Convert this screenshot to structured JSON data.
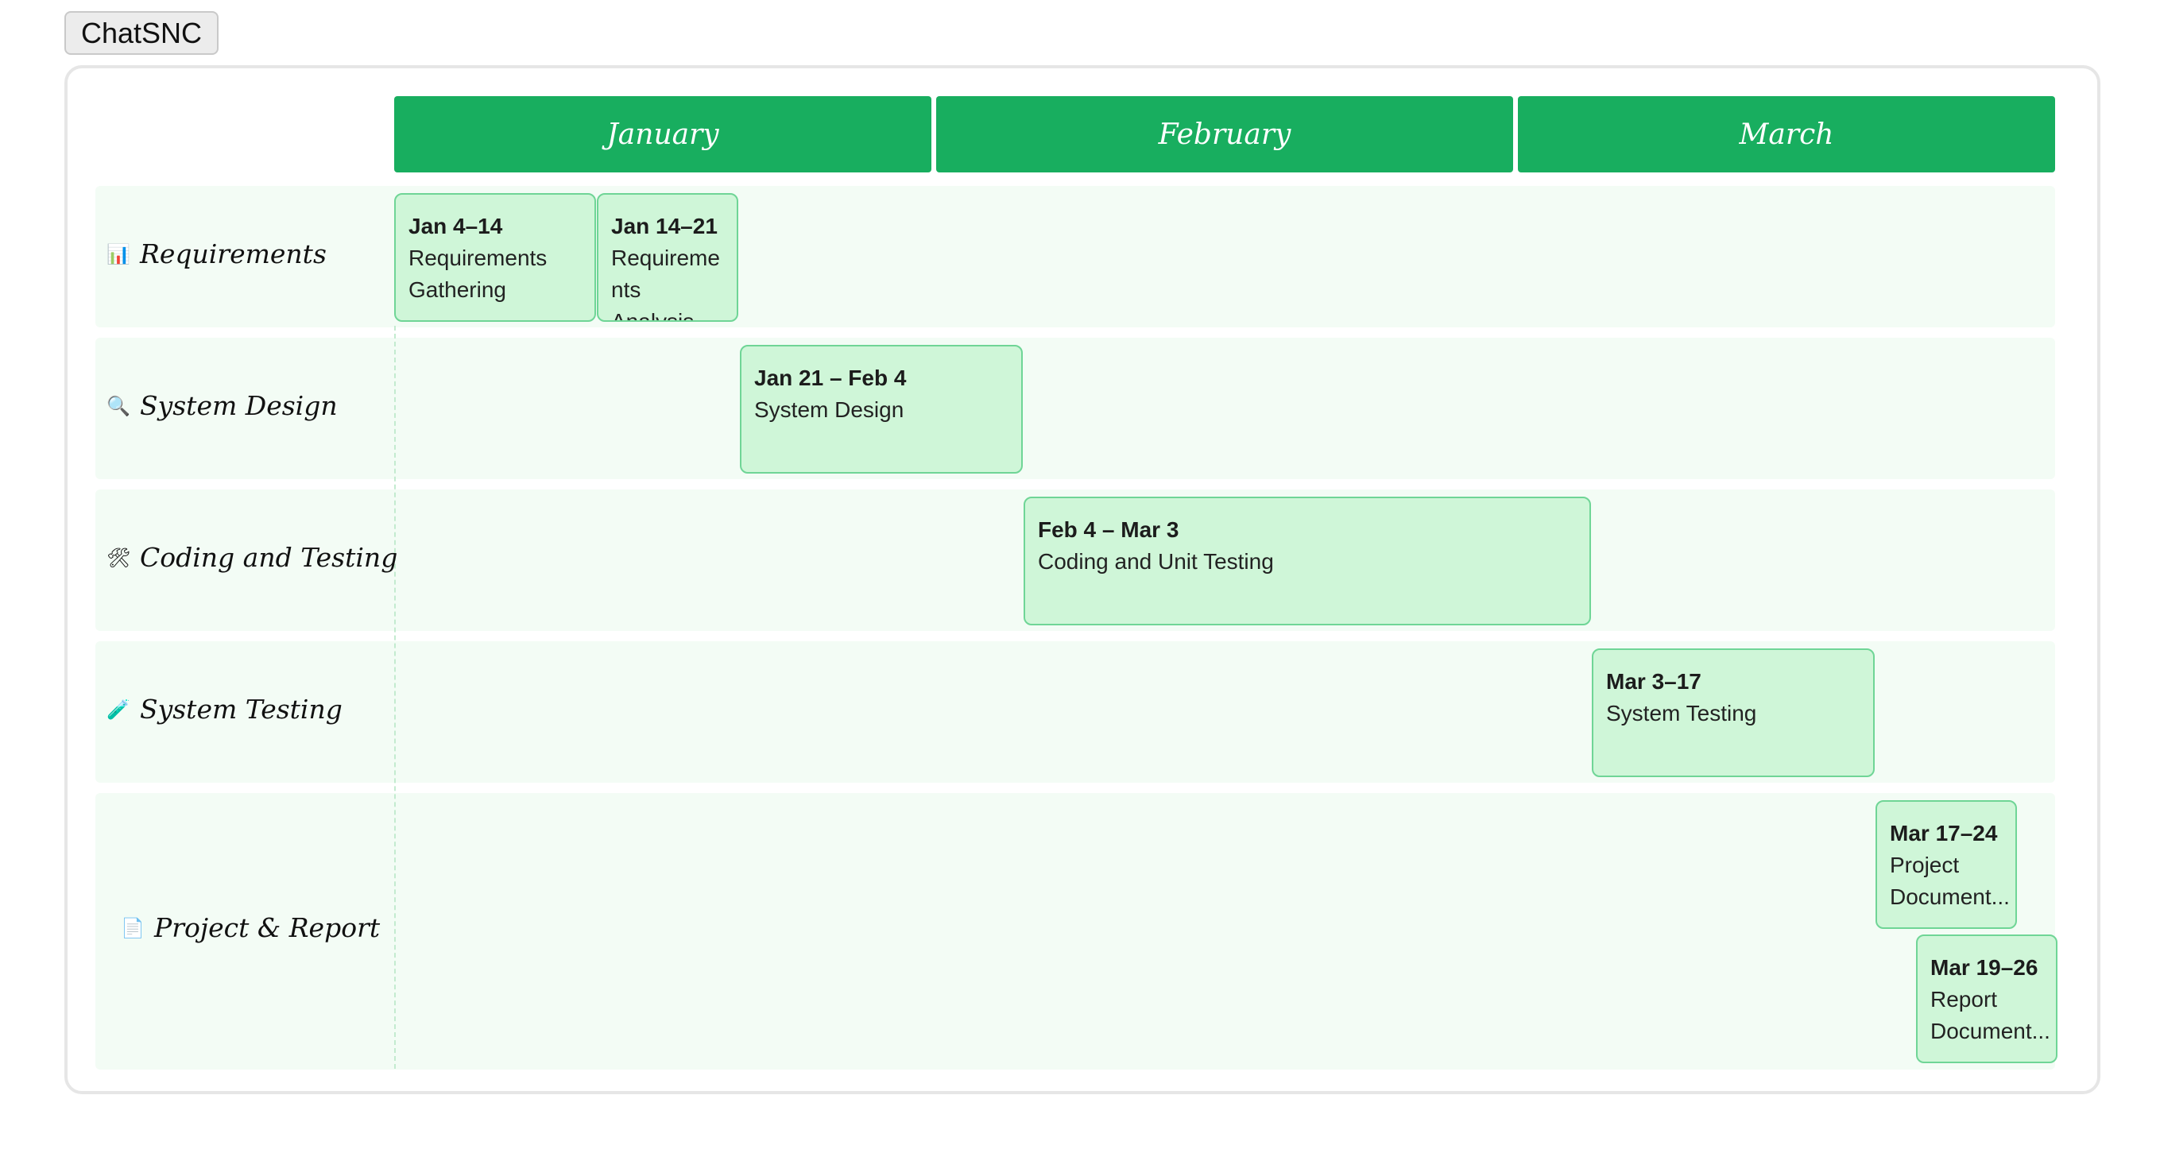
{
  "app": {
    "button_label": "ChatSNC"
  },
  "months": [
    "January",
    "February",
    "March"
  ],
  "rows": [
    {
      "icon": "📊",
      "icon_name": "bar-chart-icon",
      "label": "Requirements"
    },
    {
      "icon": "🔍",
      "icon_name": "magnifier-icon",
      "label": "System Design"
    },
    {
      "icon": "🛠",
      "icon_name": "tools-icon",
      "label": "Coding and Testing"
    },
    {
      "icon": "🧪",
      "icon_name": "test-tube-icon",
      "label": "System Testing"
    },
    {
      "icon": "📄",
      "icon_name": "document-icon",
      "label": "Project & Report"
    }
  ],
  "tasks": [
    {
      "date": "Jan 4–14",
      "name": "Requirements Gathering"
    },
    {
      "date": "Jan 14–21",
      "name": "Requireme nts Analysis"
    },
    {
      "date": "Jan 21 – Feb 4",
      "name": "System Design"
    },
    {
      "date": "Feb 4 – Mar 3",
      "name": "Coding and Unit Testing"
    },
    {
      "date": "Mar 3–17",
      "name": "System Testing"
    },
    {
      "date": "Mar 17–24",
      "name": "Project Document..."
    },
    {
      "date": "Mar 19–26",
      "name": "Report Document..."
    }
  ],
  "colors": {
    "header": "#18ae5f",
    "row_bg": "#f3fcf5",
    "task_fill": "#cff6d8",
    "task_border": "#6fd596"
  }
}
